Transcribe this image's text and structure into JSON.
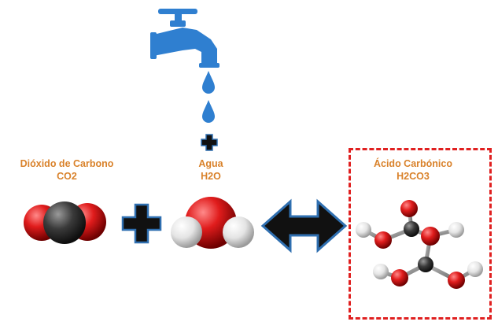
{
  "colors": {
    "label": "#d9822b",
    "tap": "#2f7fd0",
    "drop": "#2f7fd0",
    "carbon": "#3a3a3a",
    "oxygen": "#d81818",
    "hydrogen": "#e8e8e8",
    "arrow": "#111111",
    "arrow_outline": "#2f6fb0",
    "box": "#e02020"
  },
  "icons": [
    "faucet-icon",
    "water-drop-icon",
    "plus-icon",
    "double-arrow-icon"
  ],
  "molecules": {
    "co2": {
      "name": "Dióxido de Carbono",
      "formula": "CO2"
    },
    "h2o": {
      "name": "Agua",
      "formula": "H2O"
    },
    "h2co3": {
      "name": "Ácido Carbónico",
      "formula": "H2CO3"
    }
  }
}
